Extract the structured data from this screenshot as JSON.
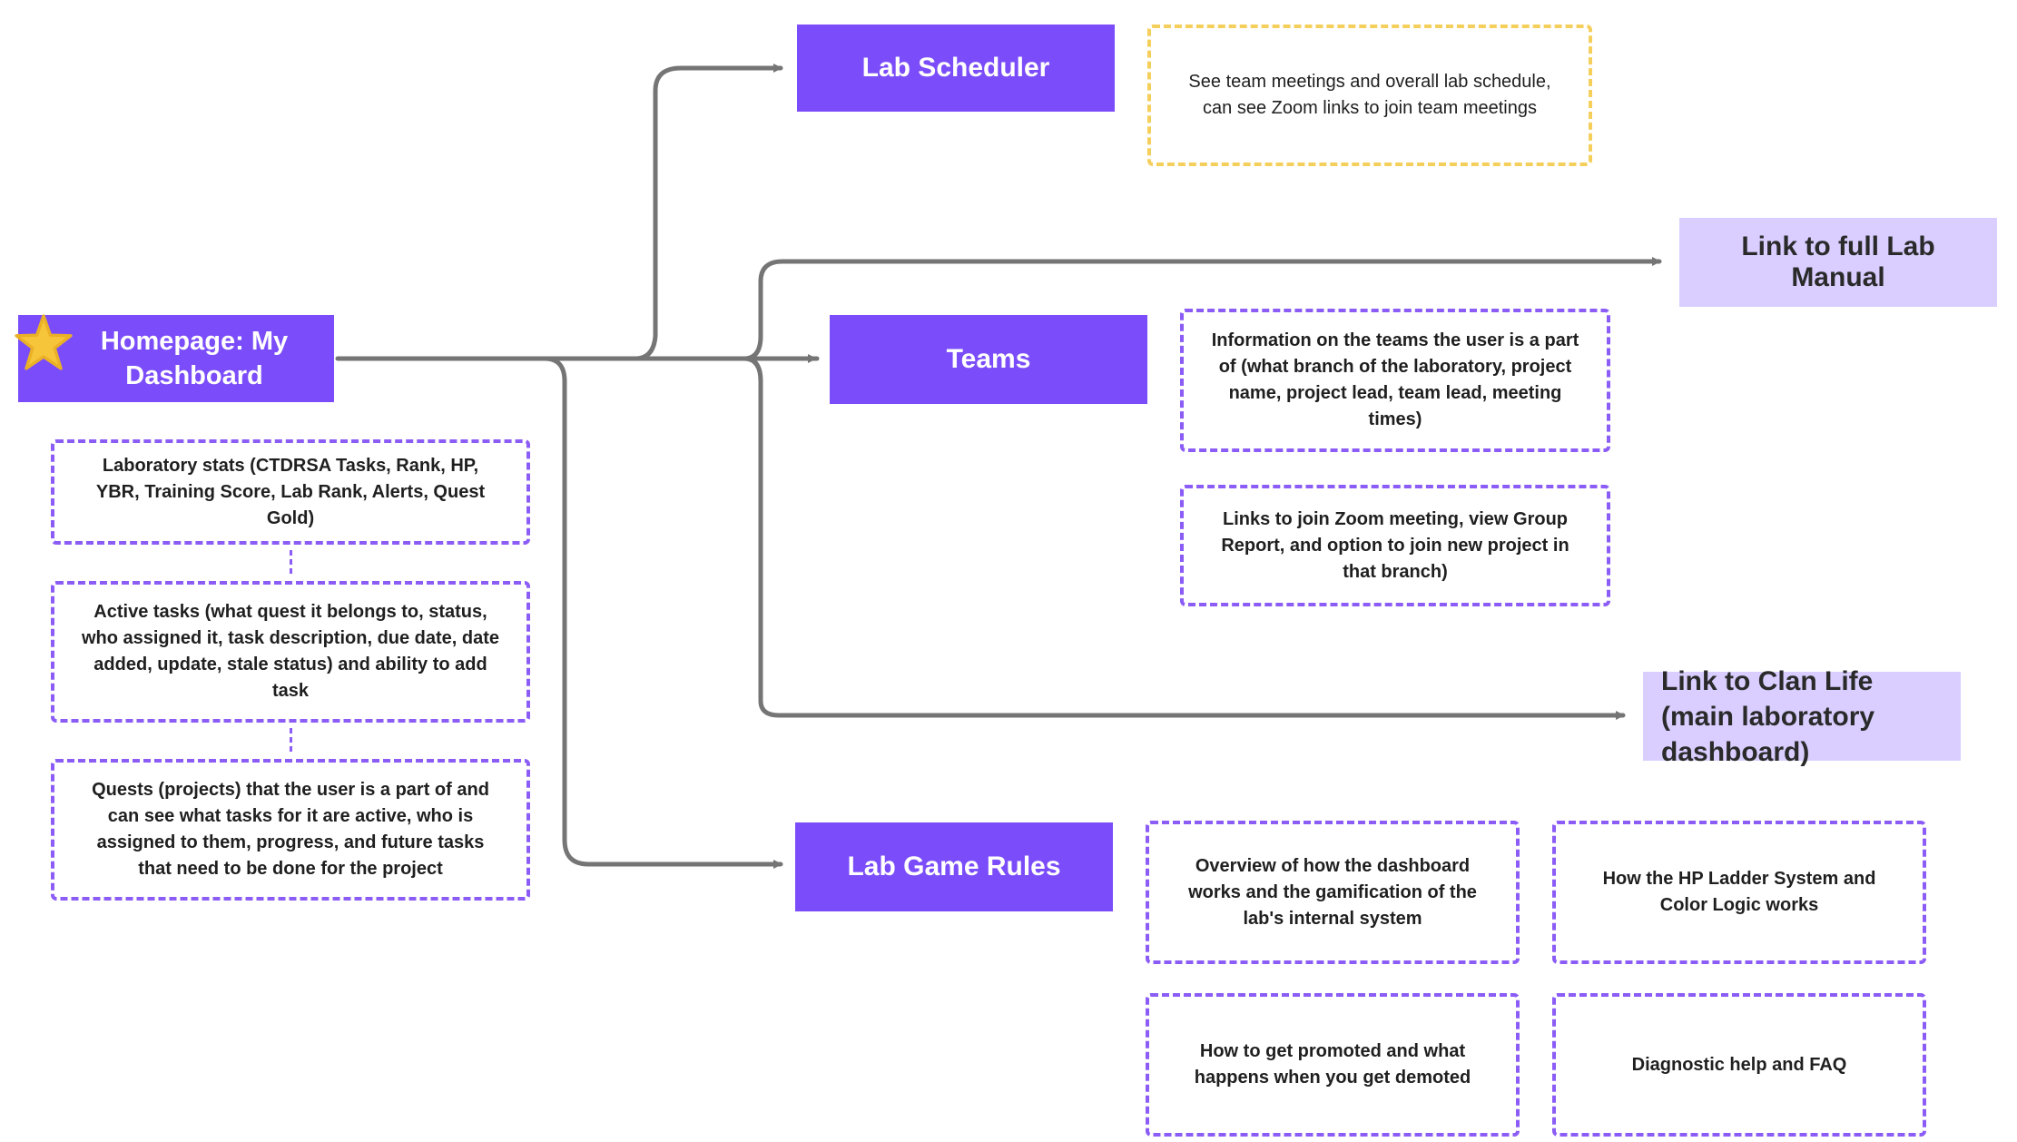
{
  "home": {
    "title": "Homepage: My Dashboard"
  },
  "home_items": [
    "Laboratory stats (CTDRSA Tasks, Rank, HP, YBR, Training Score, Lab Rank, Alerts, Quest Gold)",
    "Active tasks (what quest it belongs to, status, who assigned it, task description, due date, date added, update, stale status) and ability to add task",
    "Quests (projects) that the user is a part of and can see what tasks for it are active, who is assigned to them, progress, and future tasks that need to be done for the project"
  ],
  "lab_scheduler": {
    "title": "Lab Scheduler",
    "note": "See team meetings and overall lab schedule, can see Zoom links to join team meetings"
  },
  "teams": {
    "title": "Teams",
    "notes": [
      "Information on the teams the user is a part of (what branch of the laboratory, project name, project lead, team lead, meeting times)",
      "Links to join Zoom meeting, view Group Report, and option to join new project in that branch)"
    ]
  },
  "links": {
    "lab_manual": "Link to full Lab Manual",
    "clan_life": "Link to Clan Life (main laboratory dashboard)"
  },
  "game_rules": {
    "title": "Lab Game Rules",
    "notes": [
      "Overview of how the dashboard works and the gamification of the lab's internal system",
      "How the HP Ladder System and Color Logic works",
      "How to get promoted and what happens when you get demoted",
      "Diagnostic help and FAQ"
    ]
  },
  "colors": {
    "primary": "#7b4dfa",
    "light": "#d9ceff",
    "dashed_purple": "#8b5cf6",
    "dashed_yellow": "#f5cf5c",
    "connector": "#757575",
    "star": "#f7c53a"
  },
  "icons": {
    "home": "star-icon"
  }
}
